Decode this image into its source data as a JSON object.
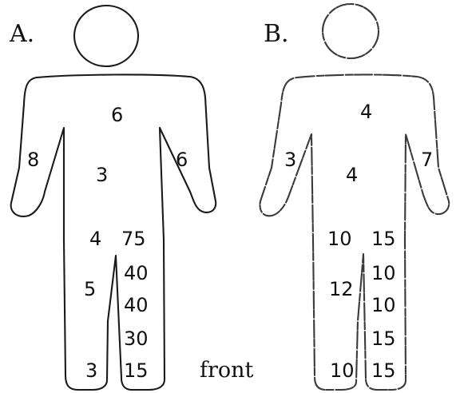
{
  "figures": [
    {
      "letter": "A.",
      "values": {
        "chest": "6",
        "right_arm": "8",
        "abdomen": "3",
        "left_arm": "6",
        "right_thigh": "4",
        "right_leg": "5",
        "right_foot": "3",
        "left_leg_1": "75",
        "left_leg_2": "40",
        "left_leg_3": "40",
        "left_leg_4": "30",
        "left_leg_5": "15"
      }
    },
    {
      "letter": "B.",
      "values": {
        "chest": "4",
        "right_arm": "3",
        "abdomen": "4",
        "left_arm": "7",
        "right_thigh": "10",
        "right_leg": "12",
        "right_foot": "10",
        "left_leg_1": "15",
        "left_leg_2": "10",
        "left_leg_3": "10",
        "left_leg_4": "15",
        "left_leg_5": "15"
      }
    }
  ],
  "caption": "front"
}
